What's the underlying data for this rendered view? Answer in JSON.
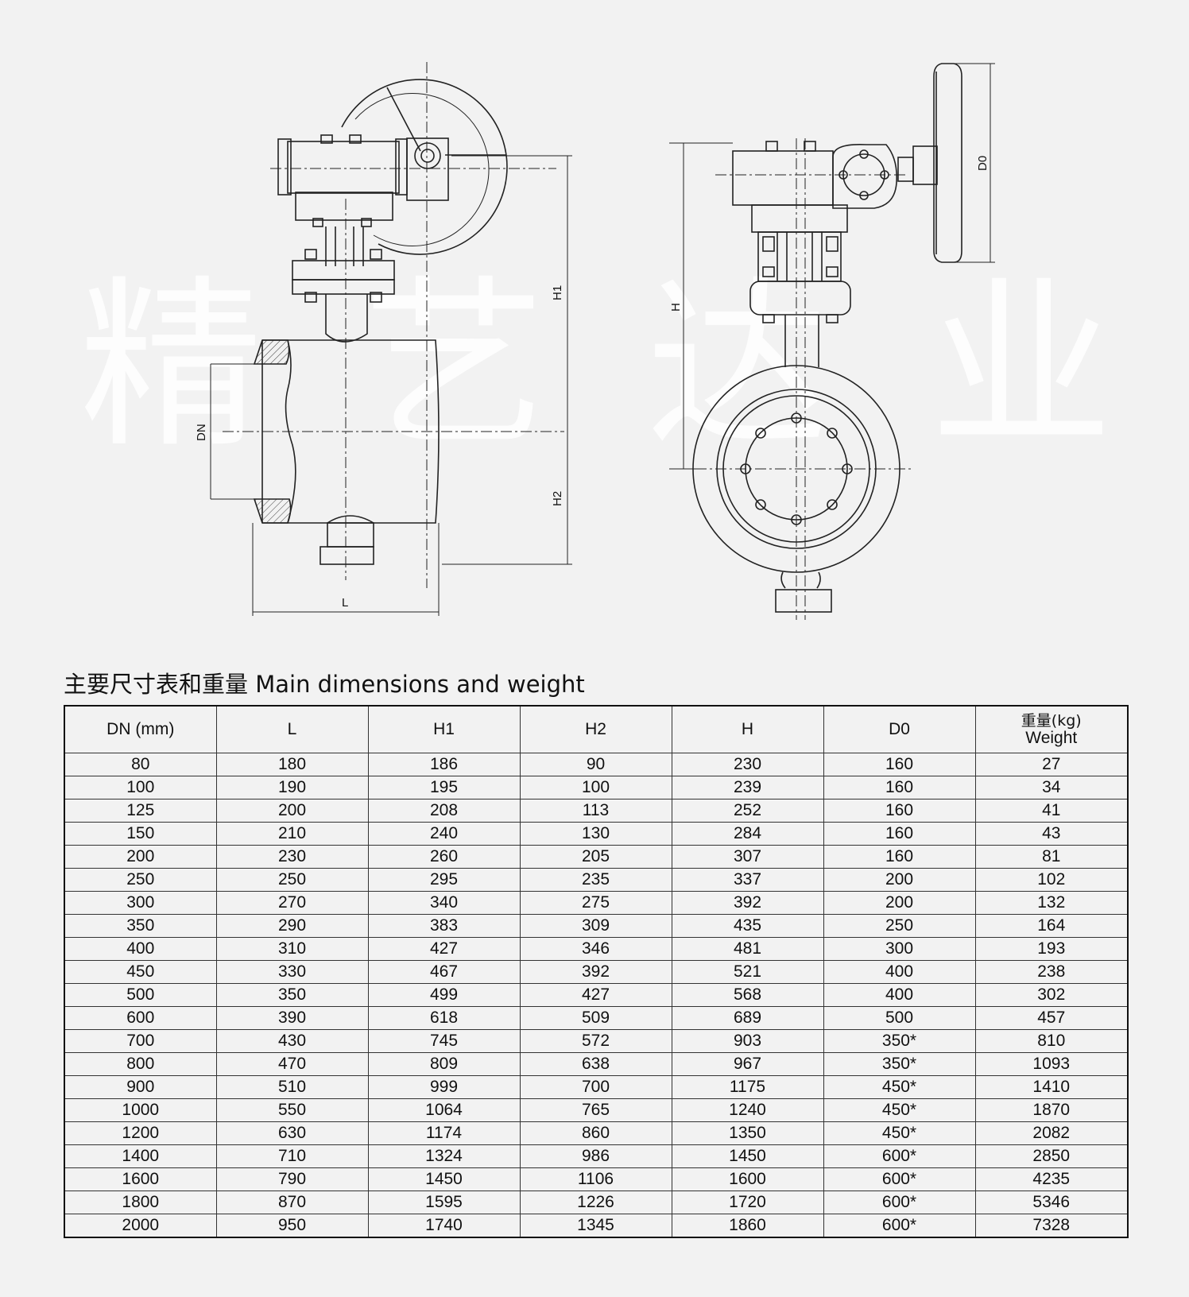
{
  "watermark": "精艺达业",
  "drawing_labels": {
    "dn": "DN",
    "l": "L",
    "h1": "H1",
    "h2": "H2",
    "h": "H",
    "d0": "D0"
  },
  "title": "主要尺寸表和重量 Main dimensions and weight",
  "table": {
    "headers": [
      "DN (mm)",
      "L",
      "H1",
      "H2",
      "H",
      "D0"
    ],
    "weight_header_cn": "重量(kg)",
    "weight_header_en": "Weight",
    "rows": [
      [
        "80",
        "180",
        "186",
        "90",
        "230",
        "160",
        "27"
      ],
      [
        "100",
        "190",
        "195",
        "100",
        "239",
        "160",
        "34"
      ],
      [
        "125",
        "200",
        "208",
        "113",
        "252",
        "160",
        "41"
      ],
      [
        "150",
        "210",
        "240",
        "130",
        "284",
        "160",
        "43"
      ],
      [
        "200",
        "230",
        "260",
        "205",
        "307",
        "160",
        "81"
      ],
      [
        "250",
        "250",
        "295",
        "235",
        "337",
        "200",
        "102"
      ],
      [
        "300",
        "270",
        "340",
        "275",
        "392",
        "200",
        "132"
      ],
      [
        "350",
        "290",
        "383",
        "309",
        "435",
        "250",
        "164"
      ],
      [
        "400",
        "310",
        "427",
        "346",
        "481",
        "300",
        "193"
      ],
      [
        "450",
        "330",
        "467",
        "392",
        "521",
        "400",
        "238"
      ],
      [
        "500",
        "350",
        "499",
        "427",
        "568",
        "400",
        "302"
      ],
      [
        "600",
        "390",
        "618",
        "509",
        "689",
        "500",
        "457"
      ],
      [
        "700",
        "430",
        "745",
        "572",
        "903",
        "350*",
        "810"
      ],
      [
        "800",
        "470",
        "809",
        "638",
        "967",
        "350*",
        "1093"
      ],
      [
        "900",
        "510",
        "999",
        "700",
        "1175",
        "450*",
        "1410"
      ],
      [
        "1000",
        "550",
        "1064",
        "765",
        "1240",
        "450*",
        "1870"
      ],
      [
        "1200",
        "630",
        "1174",
        "860",
        "1350",
        "450*",
        "2082"
      ],
      [
        "1400",
        "710",
        "1324",
        "986",
        "1450",
        "600*",
        "2850"
      ],
      [
        "1600",
        "790",
        "1450",
        "1106",
        "1600",
        "600*",
        "4235"
      ],
      [
        "1800",
        "870",
        "1595",
        "1226",
        "1720",
        "600*",
        "5346"
      ],
      [
        "2000",
        "950",
        "1740",
        "1345",
        "1860",
        "600*",
        "7328"
      ]
    ]
  }
}
